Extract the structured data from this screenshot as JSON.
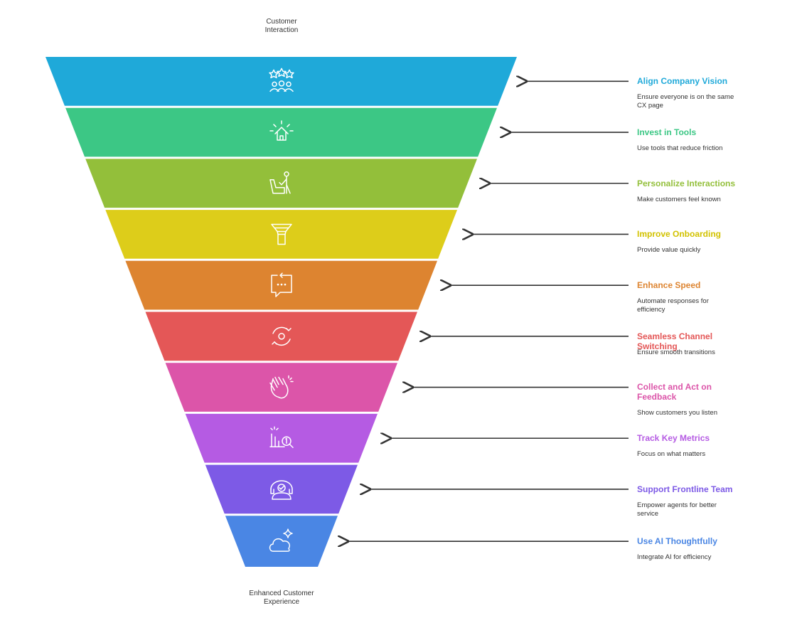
{
  "labels": {
    "top": "Customer\nInteraction",
    "bottom": "Enhanced Customer\nExperience"
  },
  "steps": [
    {
      "title": "Align Company Vision",
      "description": "Ensure everyone is on the same CX page",
      "color": "#1fa9d9",
      "icon": "stars-team-icon"
    },
    {
      "title": "Invest in Tools",
      "description": "Use tools that reduce friction",
      "color": "#3cc785",
      "icon": "house-icon"
    },
    {
      "title": "Personalize Interactions",
      "description": "Make customers feel known",
      "color": "#93bf3a",
      "icon": "person-at-desk-icon"
    },
    {
      "title": "Improve Onboarding",
      "description": "Provide value quickly",
      "color": "#ddcd1a",
      "icon": "funnel-icon"
    },
    {
      "title": "Enhance Speed",
      "description": "Automate responses for efficiency",
      "color": "#dd8430",
      "icon": "chat-refresh-icon"
    },
    {
      "title": "Seamless Channel Switching",
      "description": "Ensure smooth transitions",
      "color": "#e45757",
      "icon": "cycle-icon"
    },
    {
      "title": "Collect and Act on Feedback",
      "description": "Show customers you listen",
      "color": "#dc55a9",
      "icon": "clapping-hands-icon"
    },
    {
      "title": "Track Key Metrics",
      "description": "Focus on what matters",
      "color": "#b55be3",
      "icon": "metrics-search-icon"
    },
    {
      "title": "Support Frontline Team",
      "description": "Empower agents for better service",
      "color": "#7d5ae6",
      "icon": "team-support-icon"
    },
    {
      "title": "Use AI Thoughtfully",
      "description": "Integrate AI for efficiency",
      "color": "#4a86e4",
      "icon": "cloud-sparkle-icon"
    }
  ]
}
